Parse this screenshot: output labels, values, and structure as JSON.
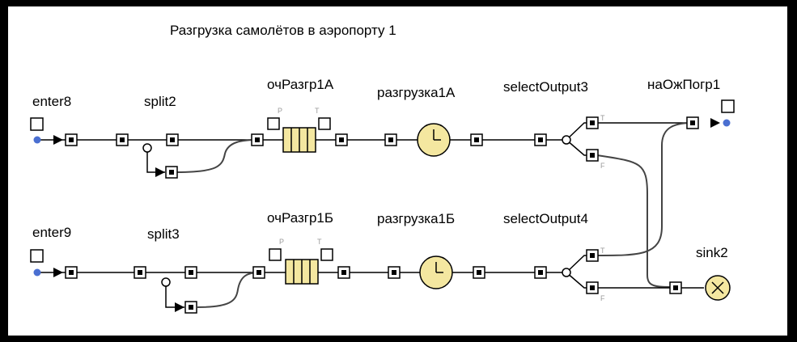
{
  "title": "Разгрузка самолётов в аэропорту 1",
  "blocks": {
    "enter8": "enter8",
    "split2": "split2",
    "queue1a": "очРазгр1А",
    "delay1a": "разгрузка1А",
    "select3": "selectOutput3",
    "naozh": "наОжПогр1",
    "enter9": "enter9",
    "split3": "split3",
    "queue1b": "очРазгр1Б",
    "delay1b": "разгрузка1Б",
    "select4": "selectOutput4",
    "sink2": "sink2"
  },
  "port_labels": {
    "p": "P",
    "t": "T",
    "true": "T",
    "false": "F"
  },
  "colors": {
    "background": "#ffffff",
    "frame": "#000000",
    "block_fill": "#f4e7a0",
    "entry_dot": "#4a6fd1",
    "port_label": "#9a9a9a"
  }
}
